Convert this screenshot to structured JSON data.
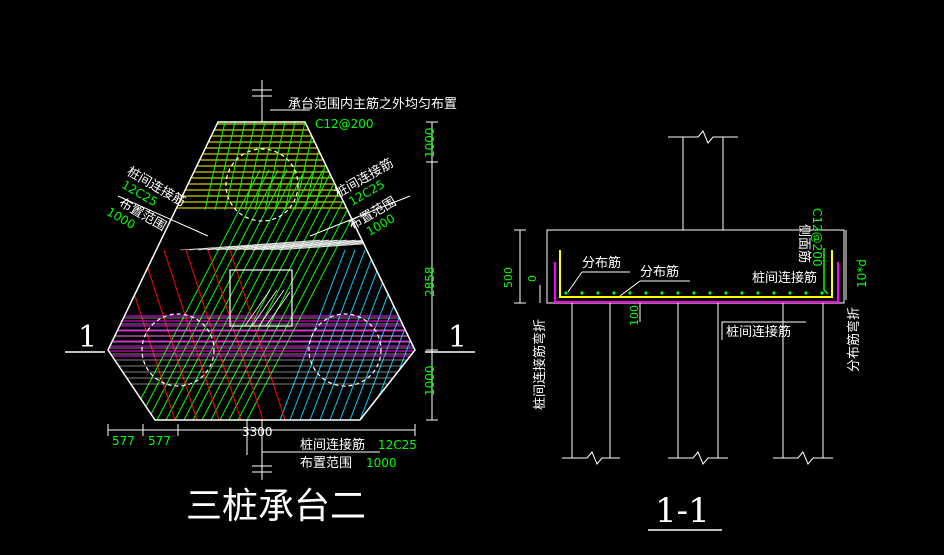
{
  "colors": {
    "background": "#000000",
    "white": "#ffffff",
    "green": "#00ff00",
    "yellow": "#ffff00",
    "red": "#ff0000",
    "cyan": "#00c8ff",
    "magenta": "#ff00ff"
  },
  "plan": {
    "title": "三桩承台二",
    "section_mark": "1",
    "note_main_rebar": "承台范围内主筋之外均匀布置",
    "note_main_rebar_spec": "C12@200",
    "left_link_label": "桩间连接筋",
    "left_link_spec": "12C25",
    "left_range_label": "布置范围",
    "left_range_value": "1000",
    "right_link_label": "桩间连接筋",
    "right_link_spec": "12C25",
    "right_range_label": "布置范围",
    "right_range_value": "1000",
    "bottom_link_label": "桩间连接筋",
    "bottom_link_spec": "12C25",
    "bottom_range_label": "布置范围",
    "bottom_range_value": "1000",
    "dim_top": "1000",
    "dim_middle": "2858",
    "dim_bottom": "1000",
    "dim_left_a": "577",
    "dim_left_b": "577",
    "dim_width": "3300"
  },
  "section": {
    "title": "1-1",
    "label_dist_rebar_1": "分布筋",
    "label_dist_rebar_2": "分布筋",
    "label_side_rebar": "侧面筋",
    "label_side_rebar_spec": "C12@200",
    "label_link_top": "桩间连接筋",
    "label_link_bottom": "桩间连接筋",
    "label_link_bend": "桩间连接筋弯折",
    "label_dist_bend": "分布筋弯折",
    "label_anchor": "10*d",
    "dim_500": "500",
    "dim_0": "0",
    "dim_100": "100"
  }
}
